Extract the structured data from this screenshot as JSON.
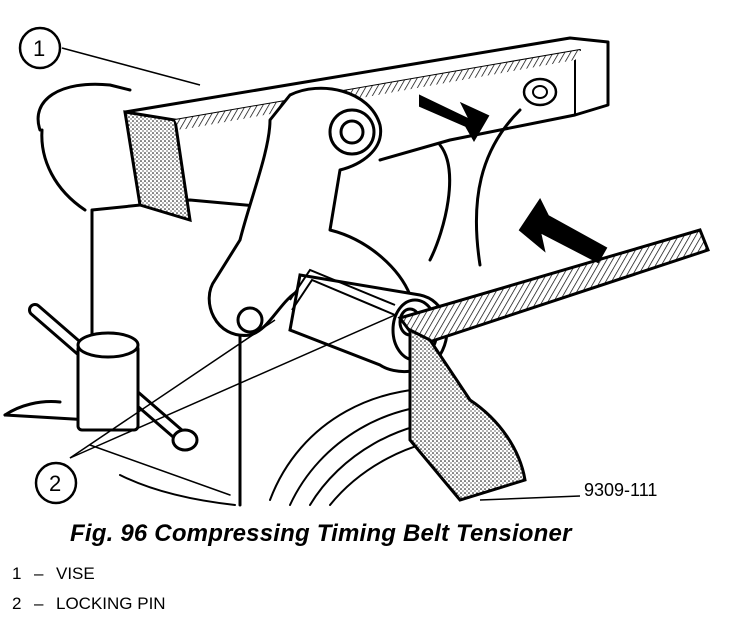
{
  "callouts": [
    "1",
    "2"
  ],
  "reference_code": "9309-111",
  "caption": "Fig. 96 Compressing Timing Belt Tensioner",
  "legend": [
    {
      "num": "1",
      "dash": "–",
      "label": "VISE"
    },
    {
      "num": "2",
      "dash": "–",
      "label": "LOCKING PIN"
    }
  ]
}
